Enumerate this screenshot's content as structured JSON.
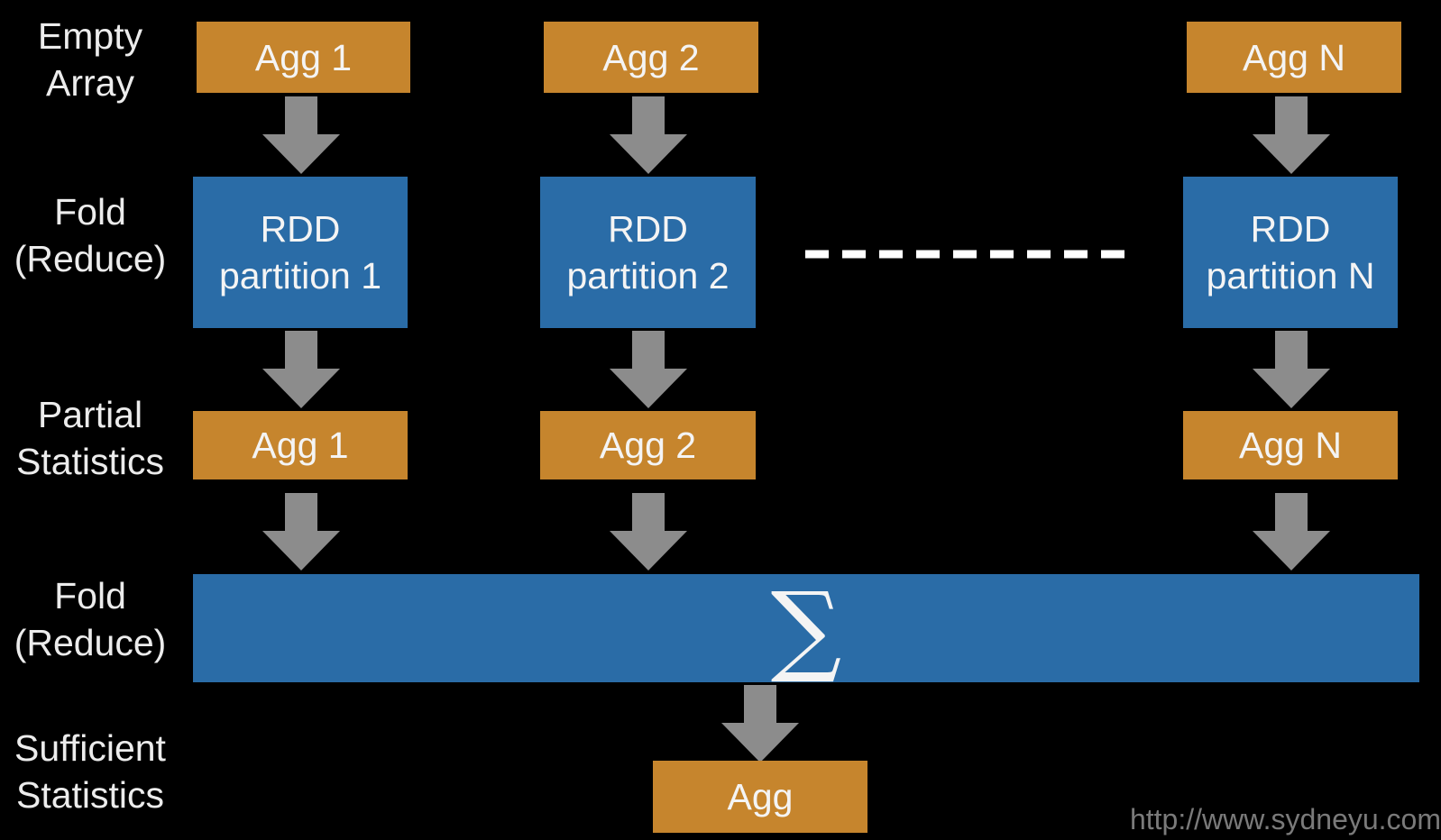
{
  "row_labels": {
    "empty_array": [
      "Empty",
      "Array"
    ],
    "fold1": [
      "Fold",
      "(Reduce)"
    ],
    "partial": [
      "Partial",
      "Statistics"
    ],
    "fold2": [
      "Fold",
      "(Reduce)"
    ],
    "sufficient": [
      "Sufficient",
      "Statistics"
    ]
  },
  "top_aggs": [
    "Agg 1",
    "Agg 2",
    "Agg N"
  ],
  "partitions": [
    [
      "RDD",
      "partition 1"
    ],
    [
      "RDD",
      "partition 2"
    ],
    [
      "RDD",
      "partition N"
    ]
  ],
  "partial_aggs": [
    "Agg 1",
    "Agg 2",
    "Agg N"
  ],
  "sum_symbol": "∑",
  "final_agg": "Agg",
  "url": "http://www.sydneyu.com",
  "colors": {
    "agg": "#c6852d",
    "rdd": "#2a6ca7",
    "arrow": "#8c8c8c",
    "background": "#000000"
  }
}
